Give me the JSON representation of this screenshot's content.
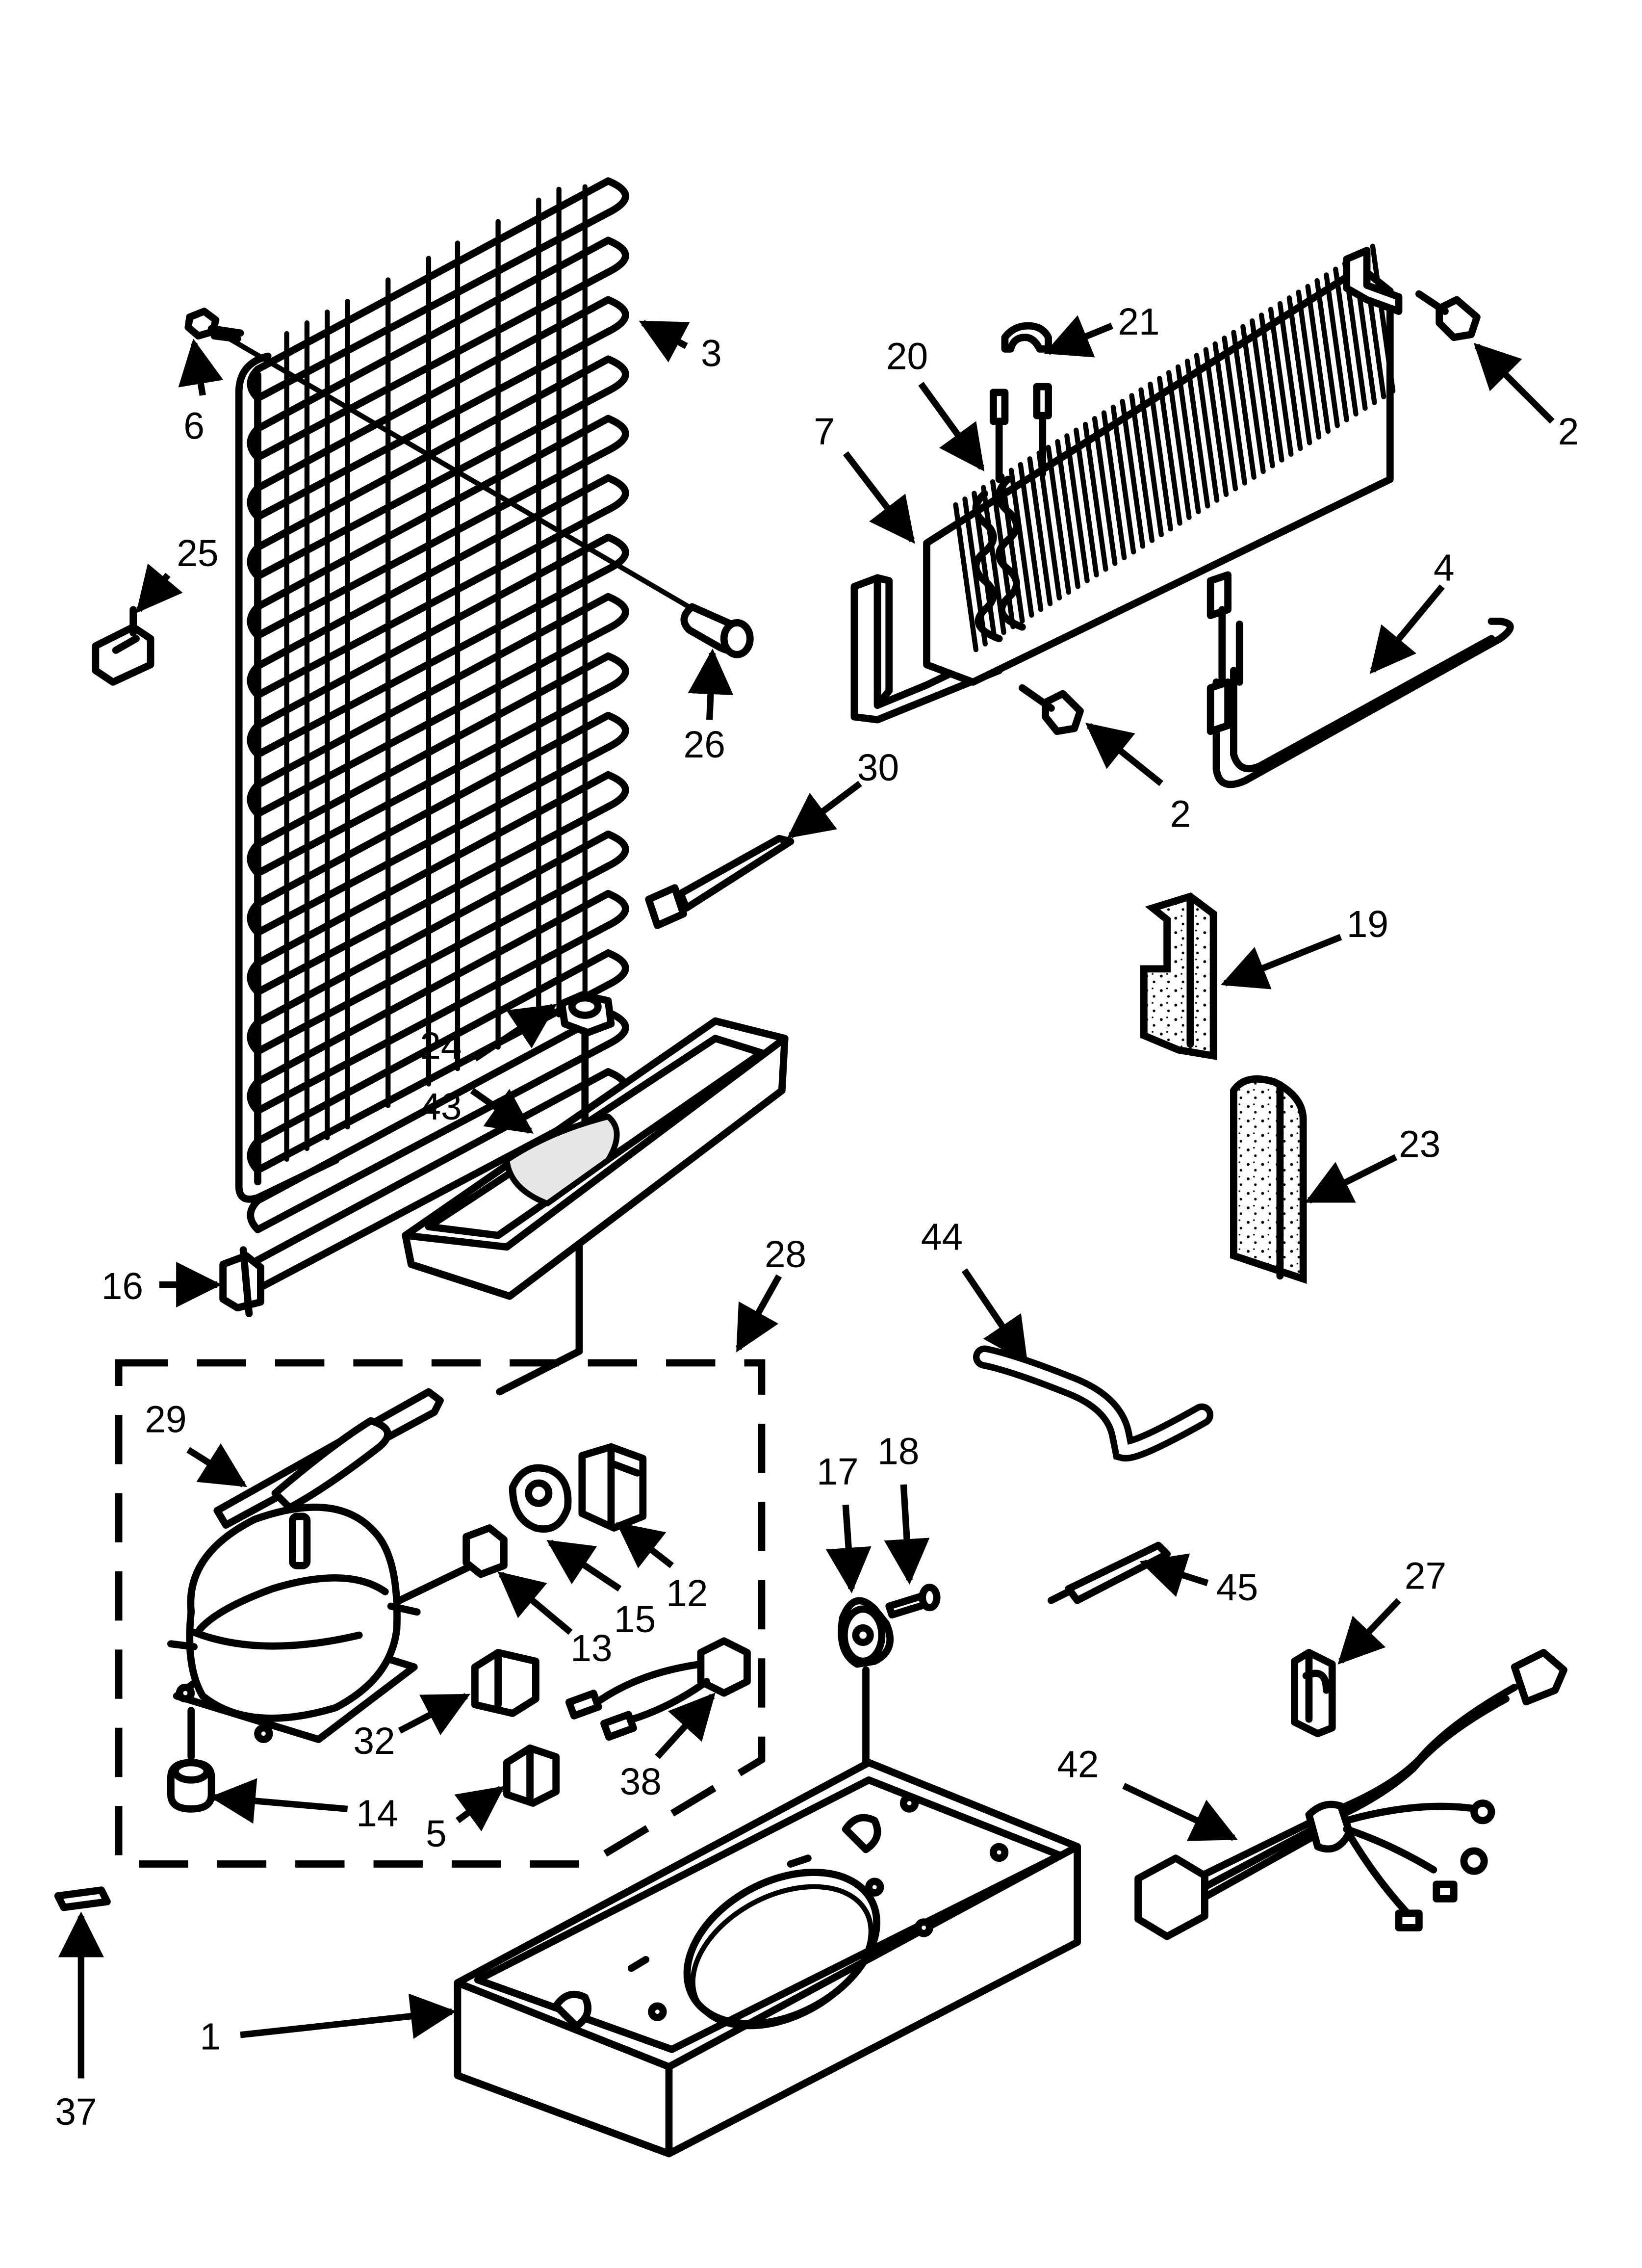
{
  "callouts": [
    {
      "id": "c6",
      "label": "6"
    },
    {
      "id": "c3",
      "label": "3"
    },
    {
      "id": "c25",
      "label": "25"
    },
    {
      "id": "c26",
      "label": "26"
    },
    {
      "id": "c21",
      "label": "21"
    },
    {
      "id": "c20",
      "label": "20"
    },
    {
      "id": "c7",
      "label": "7"
    },
    {
      "id": "c2a",
      "label": "2"
    },
    {
      "id": "c2b",
      "label": "2"
    },
    {
      "id": "c4",
      "label": "4"
    },
    {
      "id": "c30",
      "label": "30"
    },
    {
      "id": "c19",
      "label": "19"
    },
    {
      "id": "c24",
      "label": "24"
    },
    {
      "id": "c43",
      "label": "43"
    },
    {
      "id": "c23",
      "label": "23"
    },
    {
      "id": "c16",
      "label": "16"
    },
    {
      "id": "c28",
      "label": "28"
    },
    {
      "id": "c44",
      "label": "44"
    },
    {
      "id": "c29",
      "label": "29"
    },
    {
      "id": "c17",
      "label": "17"
    },
    {
      "id": "c18",
      "label": "18"
    },
    {
      "id": "c12",
      "label": "12"
    },
    {
      "id": "c15",
      "label": "15"
    },
    {
      "id": "c13",
      "label": "13"
    },
    {
      "id": "c45",
      "label": "45"
    },
    {
      "id": "c27",
      "label": "27"
    },
    {
      "id": "c32",
      "label": "32"
    },
    {
      "id": "c38",
      "label": "38"
    },
    {
      "id": "c14",
      "label": "14"
    },
    {
      "id": "c5",
      "label": "5"
    },
    {
      "id": "c42",
      "label": "42"
    },
    {
      "id": "c1",
      "label": "1"
    },
    {
      "id": "c37",
      "label": "37"
    }
  ]
}
